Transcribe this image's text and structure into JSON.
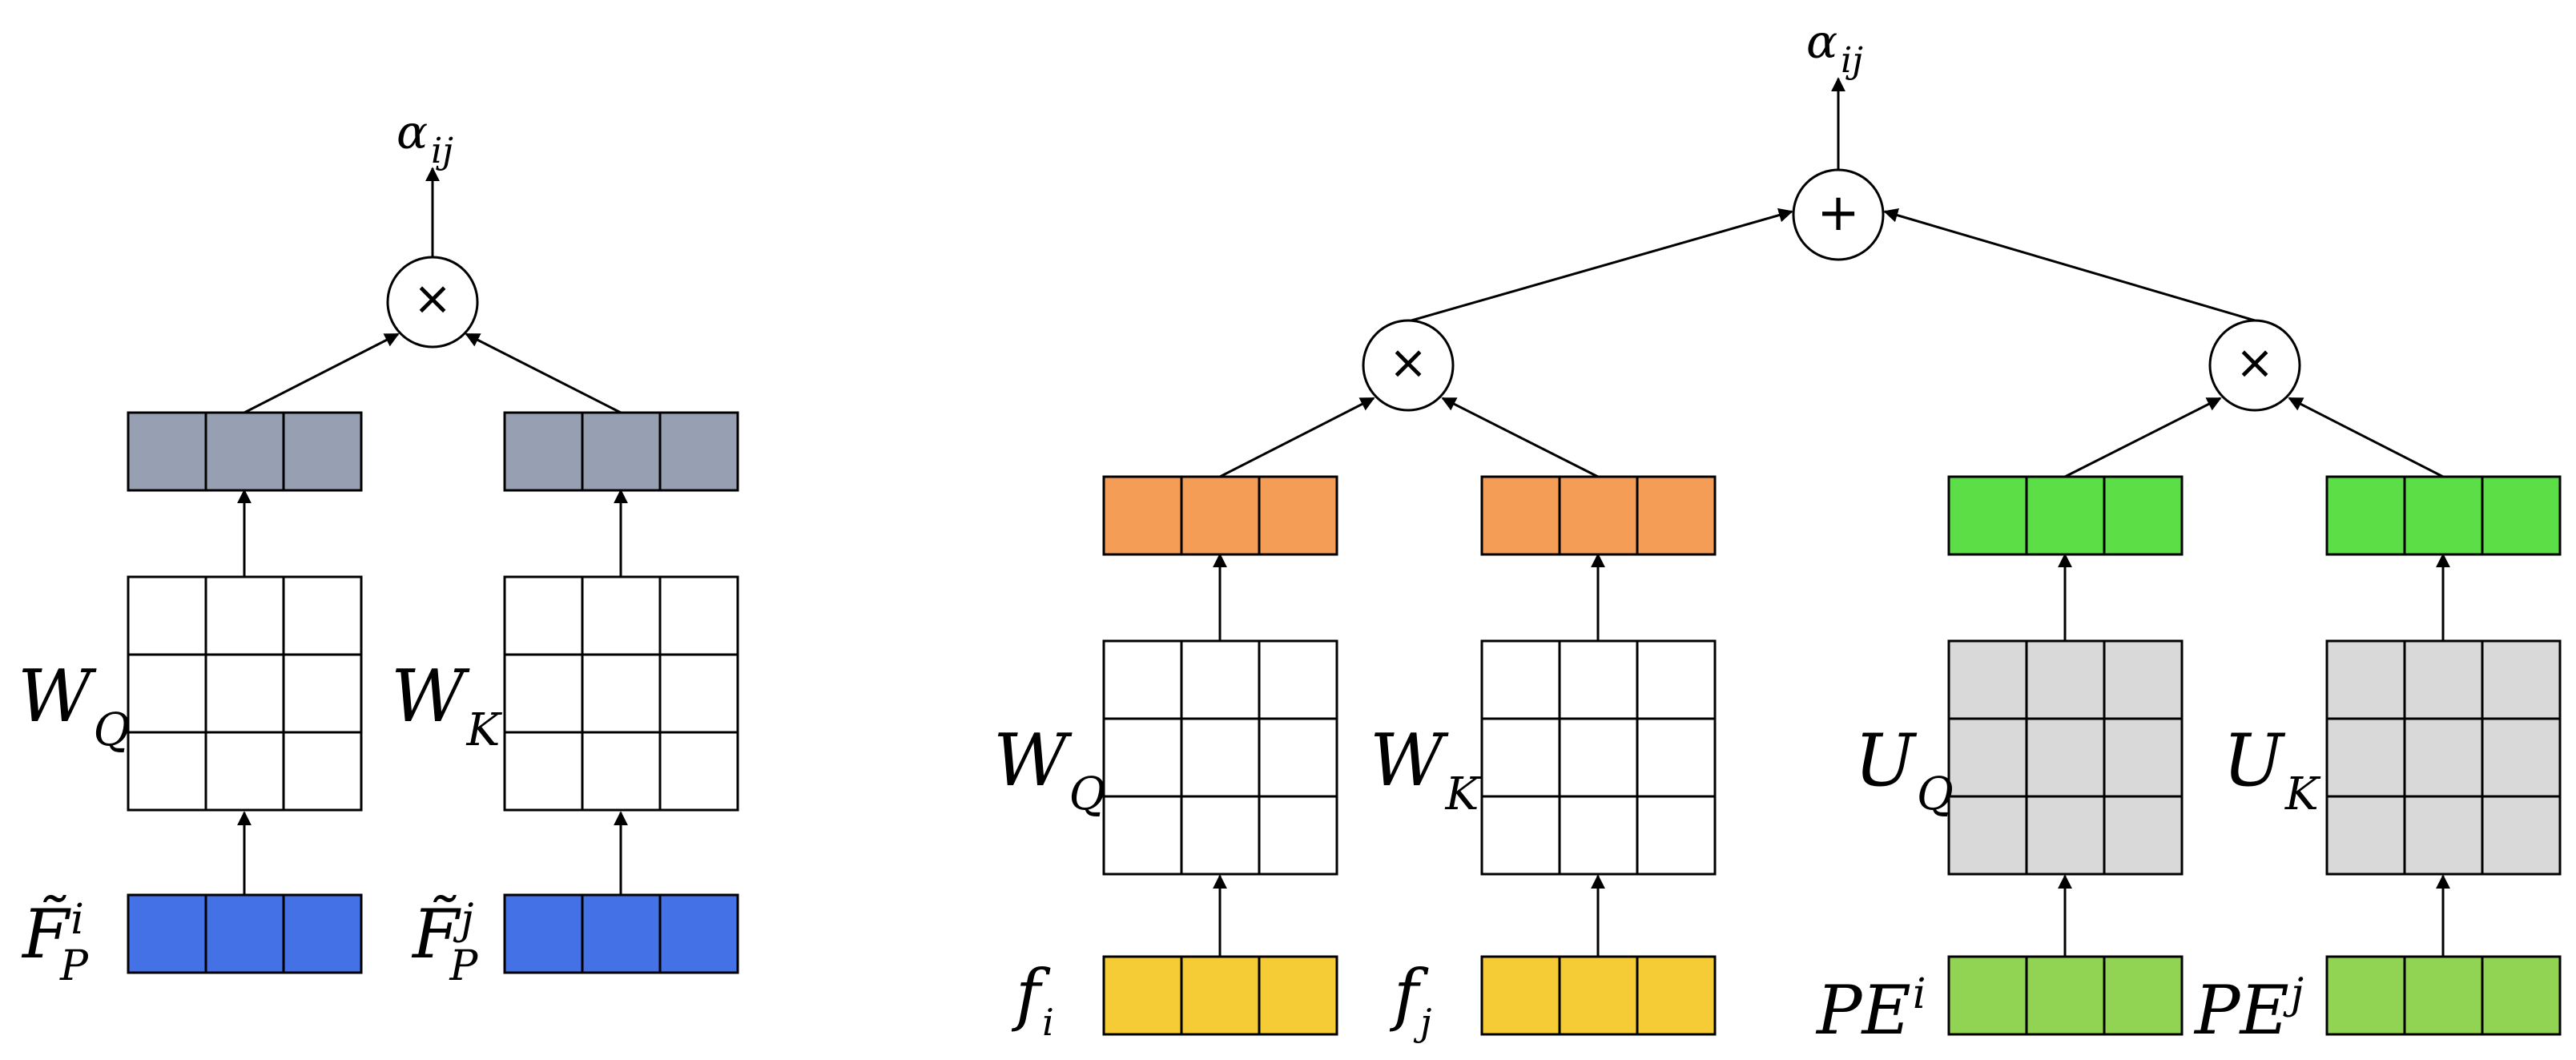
{
  "colors": {
    "gray_vec": "#97A0B3",
    "blue_vec": "#4571E7",
    "orange_vec": "#F49D57",
    "green_vec": "#5BDE46",
    "yellow_vec": "#F5CB36",
    "lightgreen_vec": "#91D453",
    "gray_matrix": "#D9D9D9",
    "white_matrix": "#FFFFFF",
    "stroke": "#000000"
  },
  "left": {
    "output": {
      "main": "α",
      "sub": "ij"
    },
    "op": "×",
    "weight_q": {
      "main": "W",
      "sub": "Q"
    },
    "weight_k": {
      "main": "W",
      "sub": "K"
    },
    "input_i": {
      "main": "F̃",
      "sup": "i",
      "sub": "P"
    },
    "input_j": {
      "main": "F̃",
      "sup": "j",
      "sub": "P"
    }
  },
  "right": {
    "output": {
      "main": "α",
      "sub": "ij"
    },
    "sum_op": "+",
    "prod_op_1": "×",
    "prod_op_2": "×",
    "feat_weight_q": {
      "main": "W",
      "sub": "Q"
    },
    "feat_weight_k": {
      "main": "W",
      "sub": "K"
    },
    "pos_weight_q": {
      "main": "U",
      "sub": "Q"
    },
    "pos_weight_k": {
      "main": "U",
      "sub": "K"
    },
    "feat_i": {
      "main": "f",
      "sub": "i"
    },
    "feat_j": {
      "main": "f",
      "sub": "j"
    },
    "pos_i": {
      "main": "PE",
      "sup": "i"
    },
    "pos_j": {
      "main": "PE",
      "sup": "j"
    }
  }
}
